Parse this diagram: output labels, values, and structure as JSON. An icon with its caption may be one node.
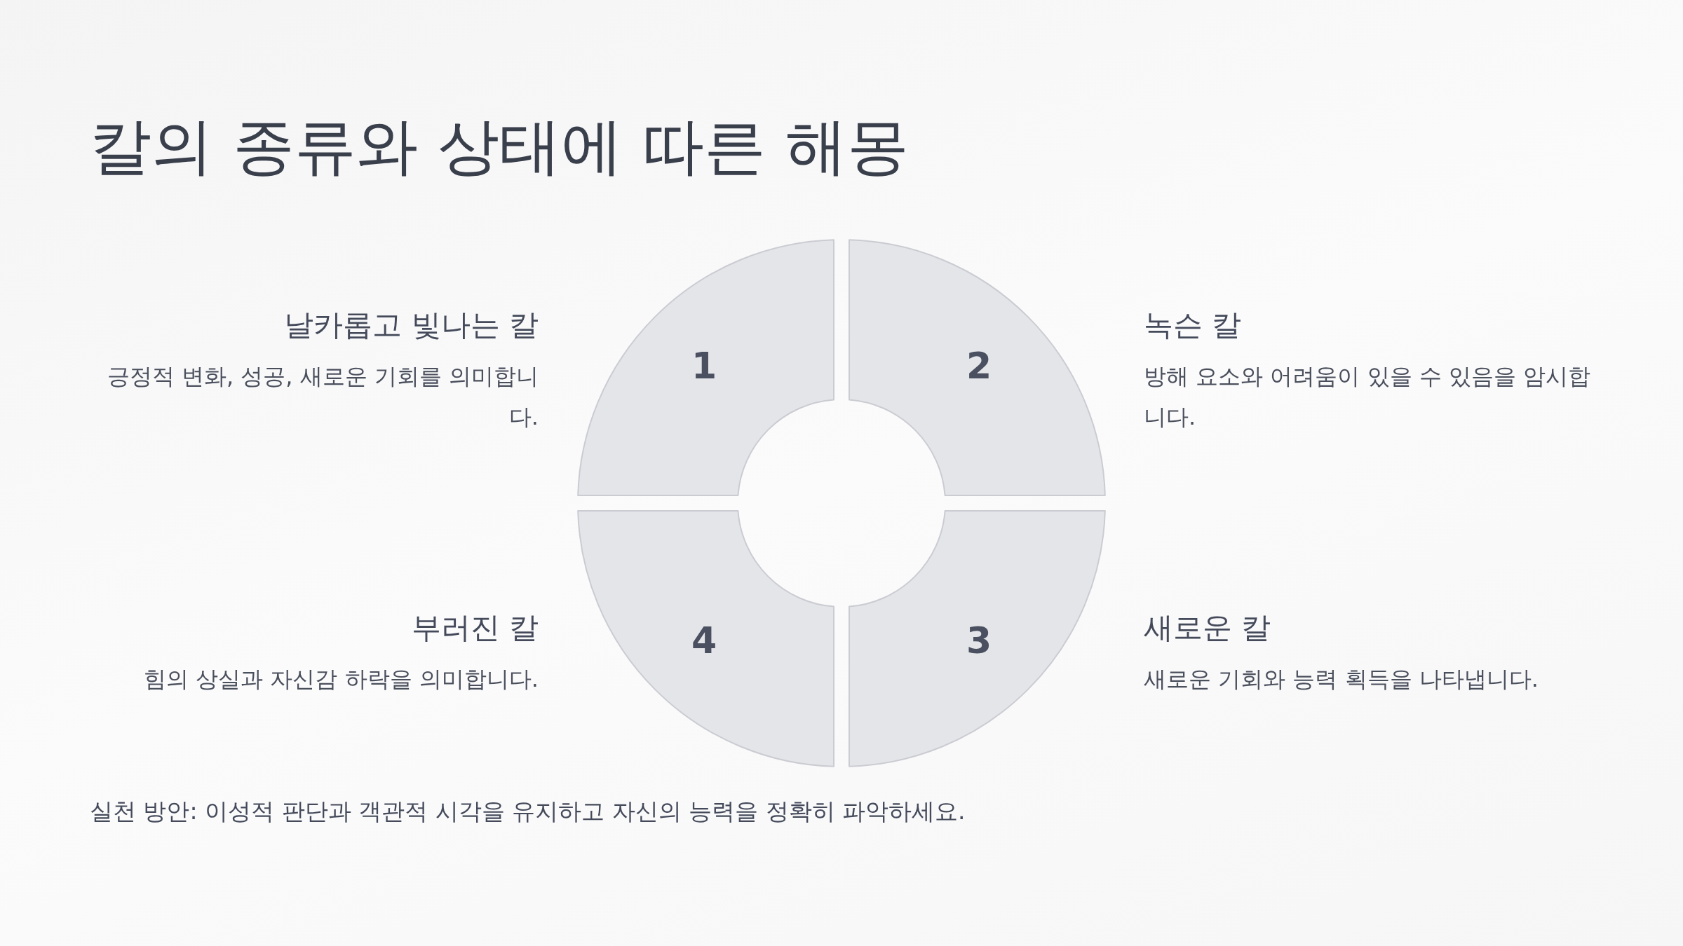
{
  "diagram": {
    "title": "칼의 종류와 상태에 따른 해몽",
    "nodes": [
      {
        "text": [
          "1"
        ],
        "beside": [
          "날카롭고 빛나는 칼",
          "긍정적 변화, 성공, 새로운 기회를 의미합니다."
        ]
      },
      {
        "text": [
          "2"
        ],
        "beside": [
          "녹슨 칼",
          "방해 요소와 어려움이 있을 수 있음을 암시합니다."
        ]
      },
      {
        "text": [
          "3"
        ],
        "beside": [
          "새로운 칼",
          "새로운 기회와 능력 획득을 나타냅니다."
        ]
      },
      {
        "text": [
          "4"
        ],
        "beside": [
          "부러진 칼",
          "힘의 상실과 자신감 하락을 의미합니다."
        ]
      }
    ],
    "edges": [],
    "labels": [
      "실천 방안: 이성적 판단과 객관적 시각을 유지하고 자신의 능력을 정확히 파악하세요."
    ]
  }
}
